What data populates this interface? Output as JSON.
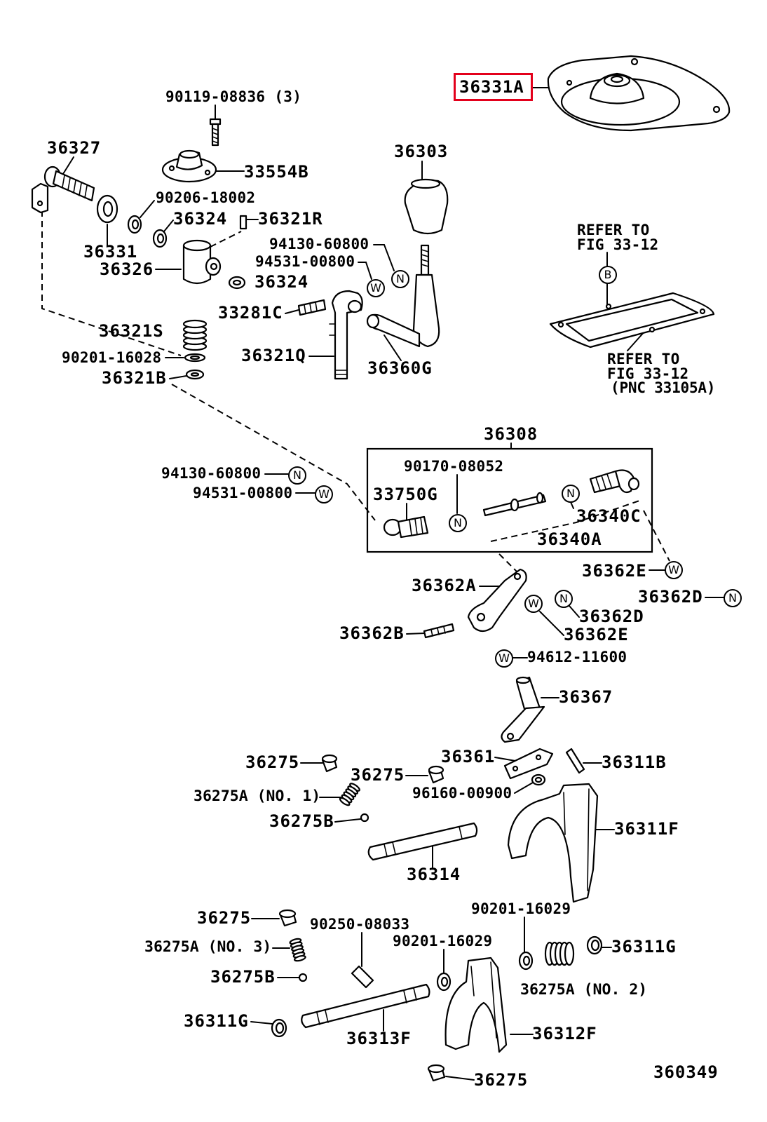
{
  "highlighted_part": "36331A",
  "figure_code": "360349",
  "references": {
    "top": [
      "REFER TO",
      "FIG 33-12"
    ],
    "bottom": [
      "REFER TO",
      "FIG 33-12",
      "(PNC 33105A)"
    ]
  },
  "markers": {
    "n": "N",
    "w": "W",
    "b": "B"
  },
  "parts": [
    "90119-08836 (3)",
    "36327",
    "36303",
    "33554B",
    "90206-18002",
    "36324",
    "36321R",
    "94130-60800",
    "36331",
    "94531-00800",
    "36326",
    "36324",
    "33281C",
    "36321S",
    "90201-16028",
    "36321Q",
    "36360G",
    "36321B",
    "36308",
    "90170-08052",
    "94130-60800",
    "94531-00800",
    "33750G",
    "36340C",
    "36340A",
    "36362E",
    "36362A",
    "36362D",
    "36362D",
    "36362B",
    "36362E",
    "94612-11600",
    "36367",
    "36361",
    "36275",
    "36311B",
    "36275",
    "36275A (NO. 1)",
    "96160-00900",
    "36275B",
    "36311F",
    "36314",
    "90201-16029",
    "36275",
    "90250-08033",
    "90201-16029",
    "36311G",
    "36275A (NO. 3)",
    "36275B",
    "36275A (NO. 2)",
    "36311G",
    "36313F",
    "36312F",
    "36275"
  ],
  "colors": {
    "highlight": "#e3001b",
    "line": "#000000",
    "background": "#ffffff"
  }
}
